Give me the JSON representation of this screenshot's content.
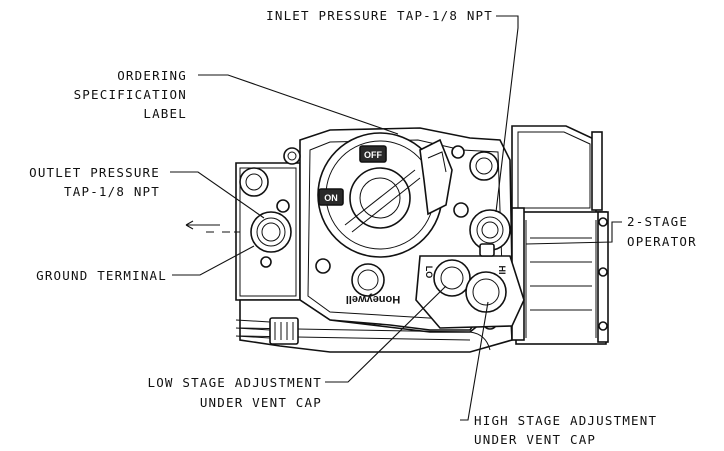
{
  "callouts": {
    "inlet_pressure_tap": "INLET PRESSURE TAP-1/8 NPT",
    "ordering_spec_label": [
      "ORDERING",
      "SPECIFICATION",
      "LABEL"
    ],
    "outlet_pressure_tap": [
      "OUTLET PRESSURE",
      "TAP-1/8 NPT"
    ],
    "ground_terminal": "GROUND TERMINAL",
    "two_stage_operator": [
      "2-STAGE",
      "OPERATOR"
    ],
    "low_stage_adjustment": [
      "LOW STAGE ADJUSTMENT",
      "UNDER VENT CAP"
    ],
    "high_stage_adjustment": [
      "HIGH STAGE ADJUSTMENT",
      "UNDER VENT CAP"
    ]
  },
  "knob": {
    "off_label": "OFF",
    "on_label": "ON"
  },
  "stage_caps": {
    "high_label": "HI",
    "low_label": "LO"
  },
  "brand": "Honeywell"
}
